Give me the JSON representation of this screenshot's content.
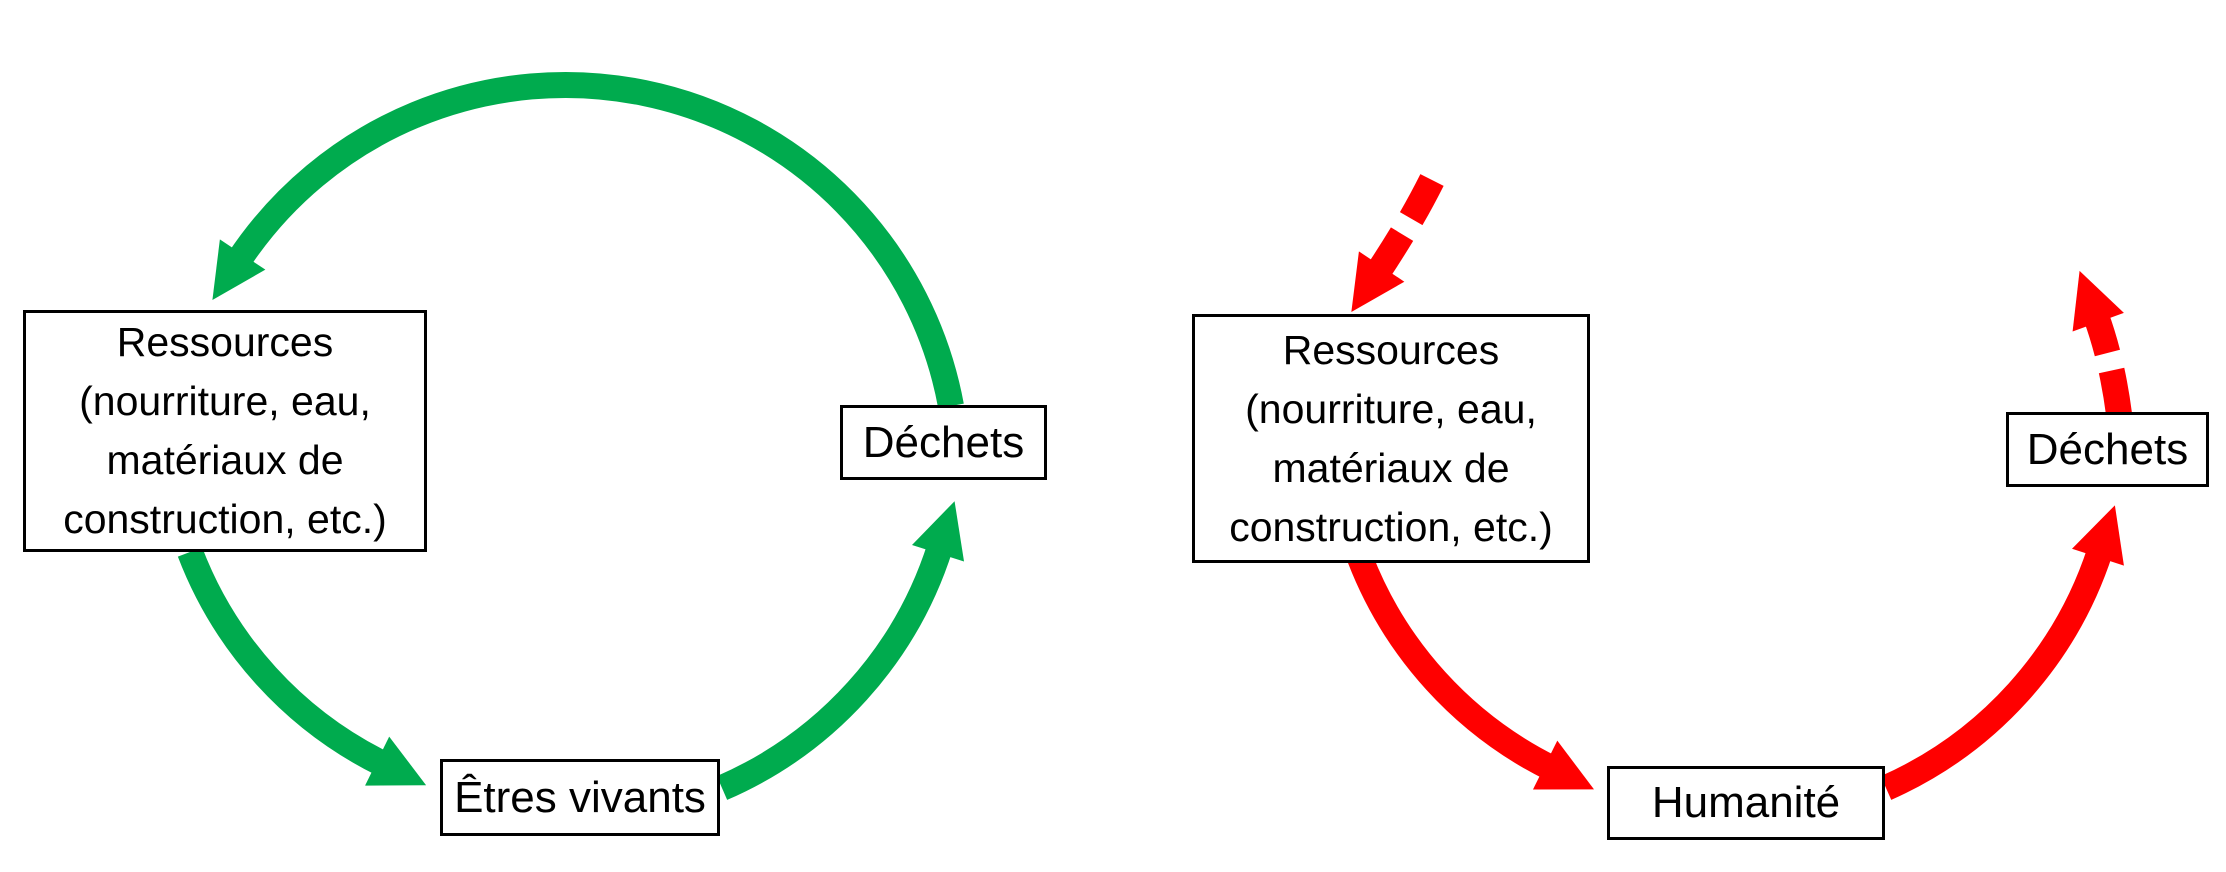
{
  "colors": {
    "green": "#00ab4e",
    "red": "#ff0000",
    "box_border": "#000000",
    "box_fill": "#ffffff",
    "text": "#000000",
    "background": "#ffffff"
  },
  "left_diagram": {
    "boxes": {
      "ressources": {
        "lines": [
          "Ressources",
          "(nourriture, eau,",
          "matériaux de",
          "construction, etc.)"
        ]
      },
      "dechets": {
        "label": "Déchets"
      },
      "etres_vivants": {
        "label": "Êtres vivants"
      }
    },
    "arrows": [
      {
        "from": "dechets",
        "to": "ressources",
        "style": "solid",
        "color": "#00ab4e"
      },
      {
        "from": "ressources",
        "to": "etres_vivants",
        "style": "solid",
        "color": "#00ab4e"
      },
      {
        "from": "etres_vivants",
        "to": "dechets",
        "style": "solid",
        "color": "#00ab4e"
      }
    ]
  },
  "right_diagram": {
    "boxes": {
      "ressources": {
        "lines": [
          "Ressources",
          "(nourriture, eau,",
          "matériaux de",
          "construction, etc.)"
        ]
      },
      "humanite": {
        "label": "Humanité"
      },
      "dechets": {
        "label": "Déchets"
      }
    },
    "arrows": [
      {
        "from": "outside",
        "to": "ressources",
        "style": "dashed",
        "color": "#ff0000"
      },
      {
        "from": "ressources",
        "to": "humanite",
        "style": "solid",
        "color": "#ff0000"
      },
      {
        "from": "humanite",
        "to": "dechets",
        "style": "solid",
        "color": "#ff0000"
      },
      {
        "from": "dechets",
        "to": "outside",
        "style": "dashed",
        "color": "#ff0000"
      }
    ]
  }
}
